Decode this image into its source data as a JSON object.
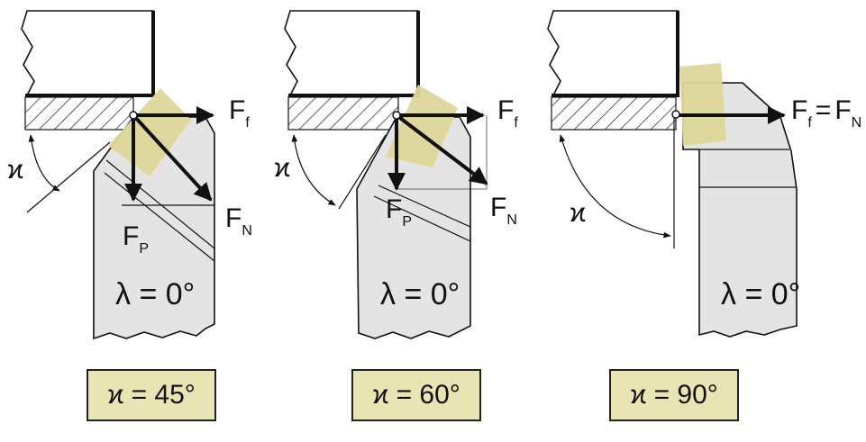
{
  "colors": {
    "insert_fill": "#ddd79a",
    "tool_fill": "#e4e4e4",
    "caption_fill": "#e9e4b4",
    "line": "#111111"
  },
  "panels": [
    {
      "angle_symbol": "ϰ",
      "force_feed": "F",
      "force_feed_sub": "f",
      "force_normal": "F",
      "force_normal_sub": "N",
      "force_passive": "F",
      "force_passive_sub": "P",
      "inclination": "λ = 0°",
      "caption": "ϰ = 45°"
    },
    {
      "angle_symbol": "ϰ",
      "force_feed": "F",
      "force_feed_sub": "f",
      "force_normal": "F",
      "force_normal_sub": "N",
      "force_passive": "F",
      "force_passive_sub": "P",
      "inclination": "λ = 0°",
      "caption": "ϰ = 60°"
    },
    {
      "angle_symbol": "ϰ",
      "force_feed": "F",
      "force_feed_sub": "f",
      "force_eq": "=",
      "force_normal": "F",
      "force_normal_sub": "N",
      "inclination": "λ = 0°",
      "caption": "ϰ = 90°"
    }
  ]
}
